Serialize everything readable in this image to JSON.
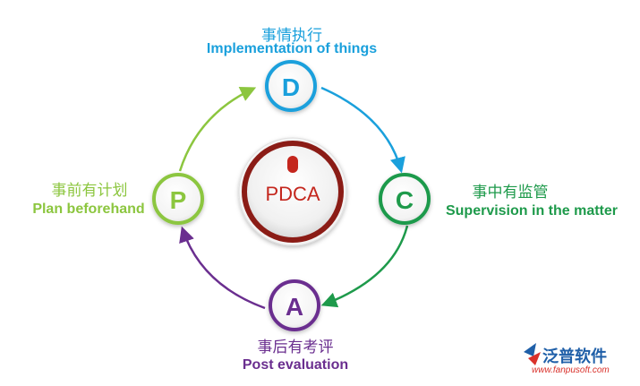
{
  "center": {
    "label": "PDCA"
  },
  "nodes": {
    "D": {
      "letter": "D",
      "cn": "事情执行",
      "en": "Implementation of things",
      "color": "#1aa0dc"
    },
    "C": {
      "letter": "C",
      "cn": "事中有监管",
      "en": "Supervision in the matter",
      "color": "#1e9a4b"
    },
    "A": {
      "letter": "A",
      "cn": "事后有考评",
      "en": "Post evaluation",
      "color": "#6a2e8f"
    },
    "P": {
      "letter": "P",
      "cn": "事前有计划",
      "en": "Plan beforehand",
      "color": "#8cc63f"
    }
  },
  "logo": {
    "name": "泛普软件",
    "url": "www.fanpusoft.com",
    "color": "#1f5fa8",
    "url_color": "#d9312b"
  },
  "colors": {
    "ring_dark": "#8b1a14",
    "dot": "#c4261d"
  }
}
